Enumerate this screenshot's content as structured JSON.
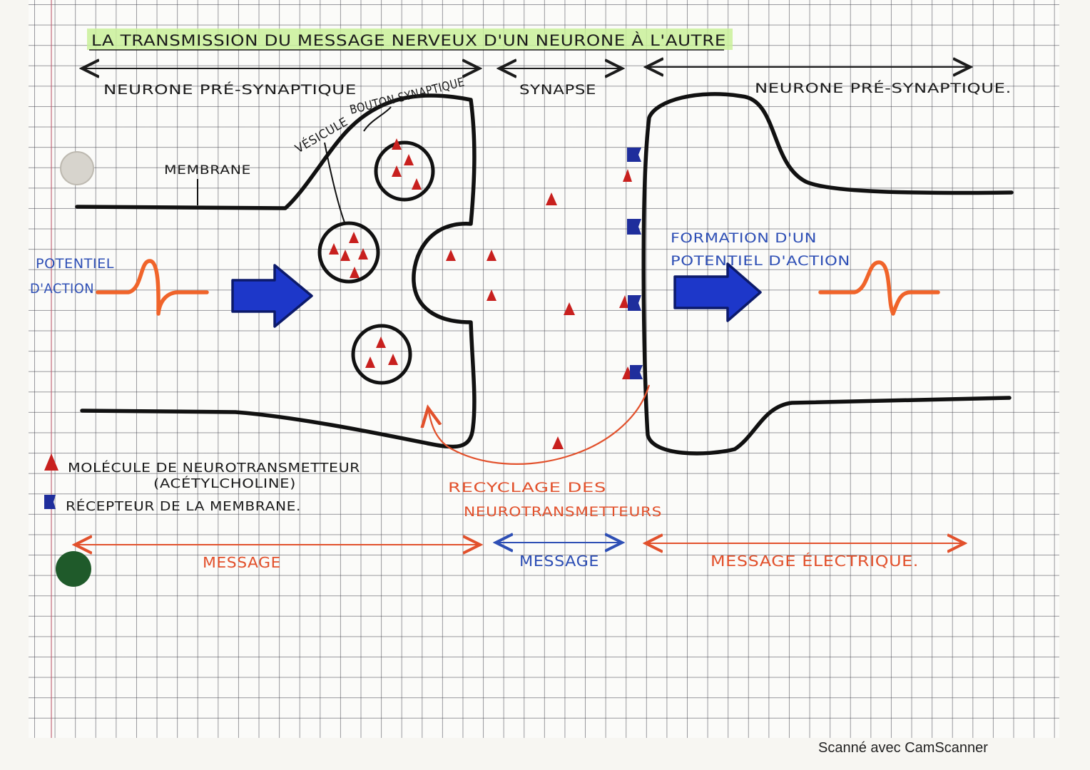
{
  "title": "LA TRANSMISSION DU MESSAGE NERVEUX D'UN NEURONE À L'AUTRE",
  "header_spans": {
    "left": "NEURONE PRÉ-SYNAPTIQUE",
    "middle": "SYNAPSE",
    "right": "NEURONE PRÉ-SYNAPTIQUE."
  },
  "labels": {
    "bouton": "BOUTON SYNAPTIQUE",
    "vesicule": "VÉSICULE",
    "membrane": "MEMBRANE",
    "potentiel_line1": "POTENTIEL",
    "potentiel_line2": "D'ACTION",
    "formation_line1": "FORMATION D'UN",
    "formation_line2": "POTENTIEL D'ACTION",
    "recyclage_line1": "RECYCLAGE DES",
    "recyclage_line2": "NEUROTRANSMETTEURS"
  },
  "legend": {
    "molecule_line1": "MOLÉCULE DE NEUROTRANSMETTEUR",
    "molecule_line2": "(ACÉTYLCHOLINE)",
    "recepteur": "RÉCEPTEUR DE LA MEMBRANE."
  },
  "bottom_spans": {
    "left": "MESSAGE",
    "middle": "MESSAGE",
    "right": "MESSAGE ÉLECTRIQUE."
  },
  "footer": "Scanné avec CamScanner",
  "colors": {
    "ink": "#1b1b1b",
    "neurotransmitter": "#c8201e",
    "receptor": "#1f2e9c",
    "arrow_fill": "#1d37c9",
    "potential_wave": "#f0642a",
    "recycle_ink": "#e2512c",
    "synapse_message": "#2e4fb5",
    "title_highlight": "#c9f09a",
    "hole_punch": "#d7d4cd",
    "green_dot": "#1f5a2a"
  },
  "icons": [
    "thick-blue-arrow-icon",
    "action-potential-wave-icon",
    "neurotransmitter-triangle-icon",
    "receptor-icon"
  ]
}
